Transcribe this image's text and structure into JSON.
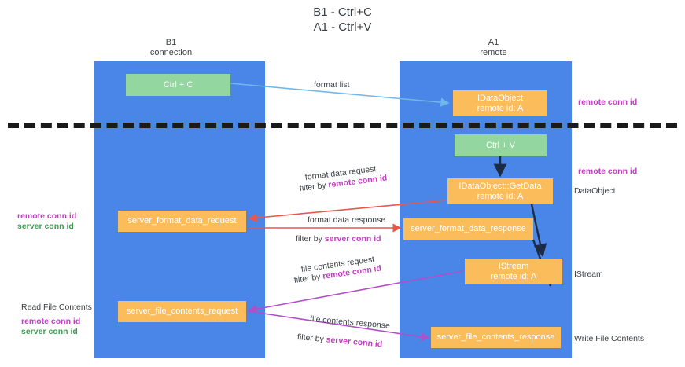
{
  "title": "B1 - Ctrl+C\nA1 - Ctrl+V",
  "columns": {
    "left": {
      "header": "B1\nconnection"
    },
    "right": {
      "header": "A1\nremote"
    }
  },
  "nodes": {
    "ctrl_c": {
      "label": "Ctrl + C",
      "color": "#93d6a0",
      "kind": "green"
    },
    "idataobject": {
      "label": "IDataObject\nremote id: A",
      "color": "#fbbc5c",
      "kind": "orange"
    },
    "ctrl_v": {
      "label": "Ctrl + V",
      "color": "#93d6a0",
      "kind": "green"
    },
    "getdata": {
      "label": "IDataObject::GetData\nremote id: A",
      "color": "#fbbc5c",
      "kind": "orange"
    },
    "sfd_request": {
      "label": "server_format_data_request",
      "color": "#fbbc5c",
      "kind": "orange"
    },
    "sfd_response": {
      "label": "server_format_data_response",
      "color": "#fbbc5c",
      "kind": "orange"
    },
    "istream": {
      "label": "IStream\nremote id: A",
      "color": "#fbbc5c",
      "kind": "orange"
    },
    "sfc_request": {
      "label": "server_file_contents_request",
      "color": "#fbbc5c",
      "kind": "orange"
    },
    "sfc_response": {
      "label": "server_file_contents_response",
      "color": "#fbbc5c",
      "kind": "orange"
    }
  },
  "edge_labels": {
    "format_list": "format list",
    "format_data_request": "format data request",
    "format_data_request_filter_prefix": "filter by ",
    "format_data_request_filter_key": "remote conn id",
    "format_data_response": "format data response",
    "format_data_response_filter_prefix": "filter by ",
    "format_data_response_filter_key": "server conn id",
    "file_contents_request": "file contents request",
    "file_contents_request_filter_prefix": "filter by ",
    "file_contents_request_filter_key": "remote conn id",
    "file_contents_response": "file contents response",
    "file_contents_response_filter_prefix": "filter by ",
    "file_contents_response_filter_key": "server conn id"
  },
  "annotations": {
    "right": {
      "remote_conn_id_top": "remote conn id",
      "remote_conn_id_mid": "remote conn id",
      "dataobject": "DataObject",
      "istream": "IStream",
      "write_file_contents": "Write File Contents"
    },
    "left": {
      "remote_conn_id_mid": "remote conn id",
      "server_conn_id_mid": "server conn id",
      "read_file_contents": "Read File Contents",
      "remote_conn_id_bottom": "remote conn id",
      "server_conn_id_bottom": "server conn id"
    }
  },
  "colors": {
    "lane": "#4a86e8",
    "green_node": "#93d6a0",
    "orange_node": "#fbbc5c",
    "magenta": "#c03fc0",
    "green_text": "#3f9c52",
    "arrow_light_blue": "#6fb7e8",
    "arrow_red": "#e8574c",
    "arrow_purple": "#b14fc8",
    "arrow_dark": "#1f2a44",
    "divider": "#1a1a1a",
    "background": "#ffffff"
  }
}
